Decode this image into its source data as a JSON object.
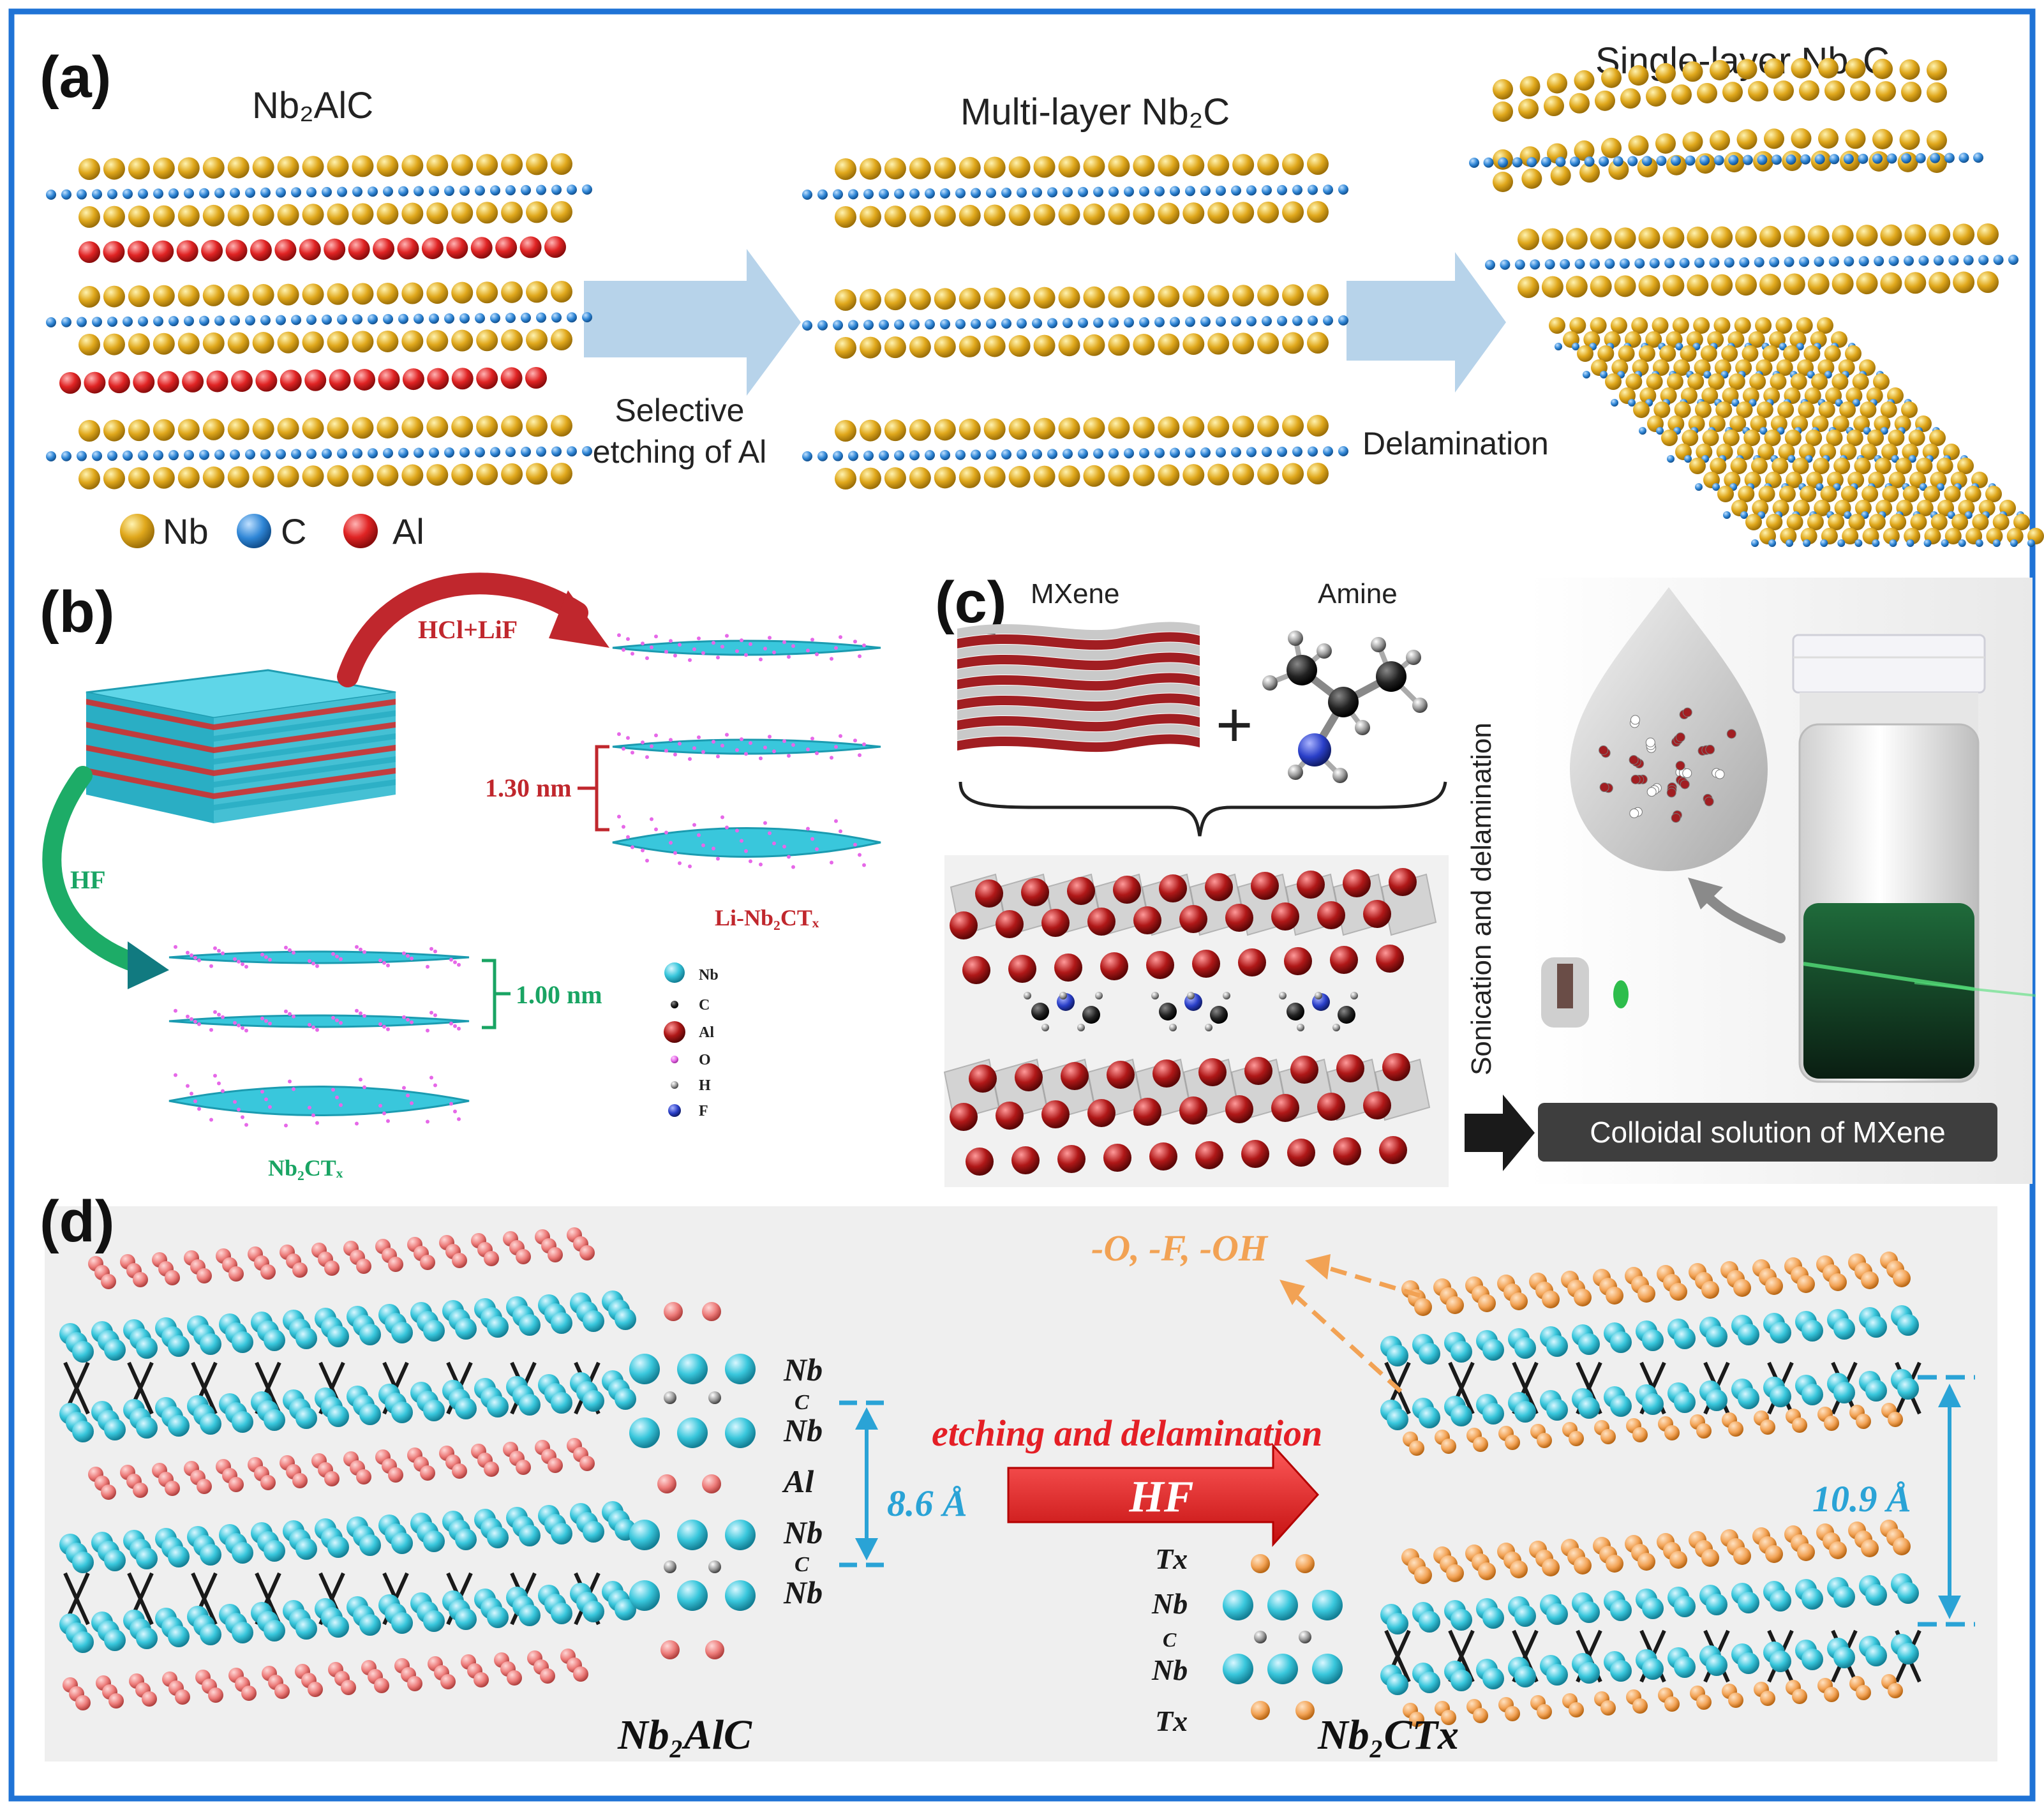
{
  "colors": {
    "frame": "#1f73d6",
    "nb_gold": "#e0a81c",
    "c_blue": "#2f86d6",
    "al_red": "#e02424",
    "arrow_light": "#b7d3ea",
    "hcl_red": "#c0272d",
    "hf_green": "#19a463",
    "teal": "#0e8a8a",
    "cyan": "#39c7dc",
    "salmon": "#ec7a78",
    "orange": "#f2a254",
    "d_blue": "#2aa3d6",
    "hf_arrow": "#e41f26"
  },
  "panel_a": {
    "label": "(a)",
    "nb2alc": "Nb₂AlC",
    "multilayer": "Multi-layer Nb₂C",
    "singlelayer": "Single-layer Nb₂C",
    "step1_line1": "Selective",
    "step1_line2": "etching of Al",
    "step2": "Delamination",
    "legend": [
      {
        "symbol": "Nb",
        "color": "#e0a81c"
      },
      {
        "symbol": "C",
        "color": "#2f86d6"
      },
      {
        "symbol": "Al",
        "color": "#e02424"
      }
    ]
  },
  "panel_b": {
    "label": "(b)",
    "reagent_top": "HCl+LiF",
    "reagent_hf": "HF",
    "spacing_li": "1.30 nm",
    "spacing_hf": "1.00 nm",
    "product_li": "Li-Nb₂CTₓ",
    "product_hf": "Nb₂CTₓ",
    "legend": [
      {
        "symbol": "Nb",
        "color": "#39c7dc"
      },
      {
        "symbol": "C",
        "color": "#222222"
      },
      {
        "symbol": "Al",
        "color": "#b01818"
      },
      {
        "symbol": "O",
        "color": "#e668e8"
      },
      {
        "symbol": "H",
        "color": "#bbbbbb"
      },
      {
        "symbol": "F",
        "color": "#2a3fc8"
      }
    ]
  },
  "panel_c": {
    "label": "(c)",
    "mxene": "MXene",
    "amine": "Amine",
    "plus": "+",
    "vertical_text": "Sonication and delamination",
    "result": "Colloidal solution of MXene"
  },
  "panel_d": {
    "label": "(d)",
    "terminations": "-O, -F, -OH",
    "process": "etching and delamination",
    "reagent": "HF",
    "spacing_left": "8.6 Å",
    "spacing_right": "10.9 Å",
    "left_stack": [
      "Nb",
      "C",
      "Nb",
      "Al",
      "Nb",
      "C",
      "Nb"
    ],
    "right_stack": [
      "Tx",
      "Nb",
      "C",
      "Nb",
      "Tx"
    ],
    "left_name": "Nb₂AlC",
    "right_name": "Nb₂CTx"
  }
}
